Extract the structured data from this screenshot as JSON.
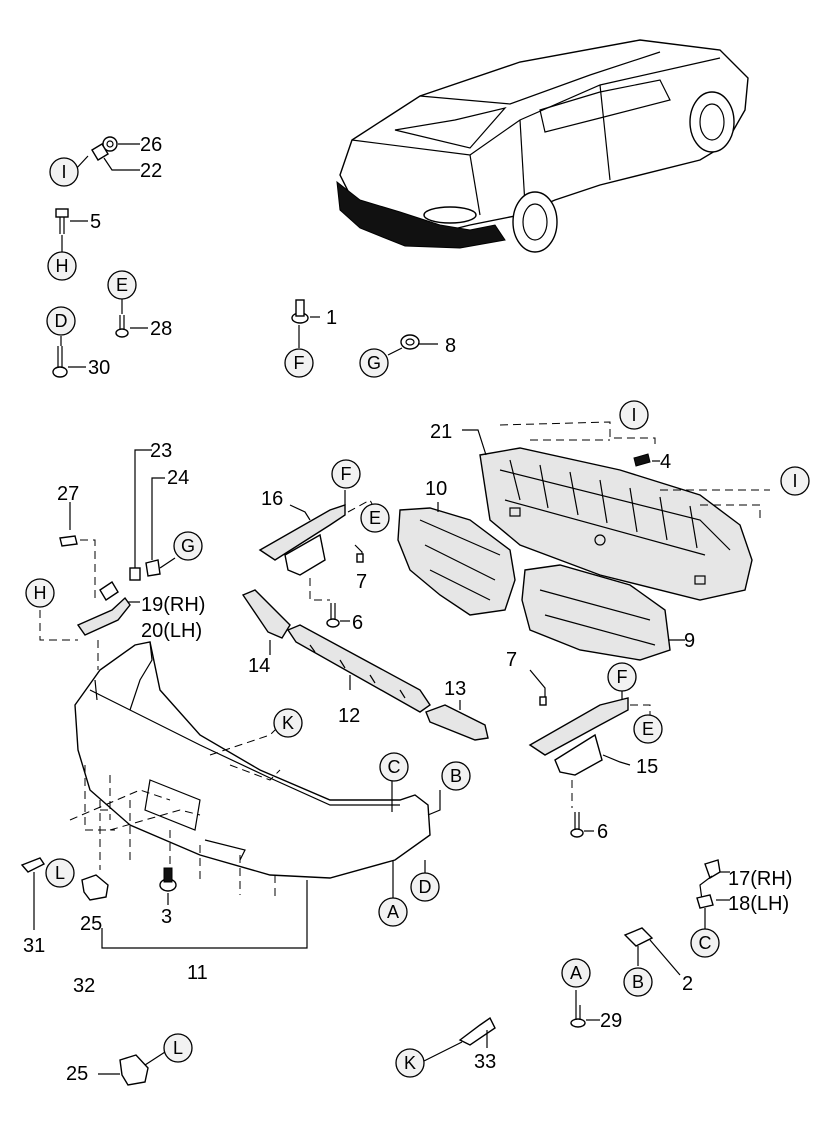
{
  "callouts": {
    "c1": "1",
    "c2": "2",
    "c3": "3",
    "c4": "4",
    "c5": "5",
    "c6a": "6",
    "c6b": "6",
    "c7a": "7",
    "c7b": "7",
    "c8": "8",
    "c9": "9",
    "c10": "10",
    "c11": "11",
    "c12": "12",
    "c13": "13",
    "c14": "14",
    "c15": "15",
    "c16": "16",
    "c17": "17(RH)",
    "c18": "18(LH)",
    "c19": "19(RH)",
    "c20": "20(LH)",
    "c21": "21",
    "c22": "22",
    "c23": "23",
    "c24": "24",
    "c25a": "25",
    "c25b": "25",
    "c26": "26",
    "c27": "27",
    "c28": "28",
    "c29": "29",
    "c30": "30",
    "c31": "31",
    "c32": "32",
    "c33": "33"
  },
  "refs": {
    "A1": "A",
    "A2": "A",
    "B1": "B",
    "B2": "B",
    "C1": "C",
    "C2": "C",
    "D1": "D",
    "D2": "D",
    "E1": "E",
    "E2": "E",
    "E3": "E",
    "F1": "F",
    "F2": "F",
    "F3": "F",
    "G1": "G",
    "G2": "G",
    "H1": "H",
    "H2": "H",
    "I1": "I",
    "I2": "I",
    "I3": "I",
    "K1": "K",
    "K2": "K",
    "L1": "L",
    "L2": "L"
  }
}
